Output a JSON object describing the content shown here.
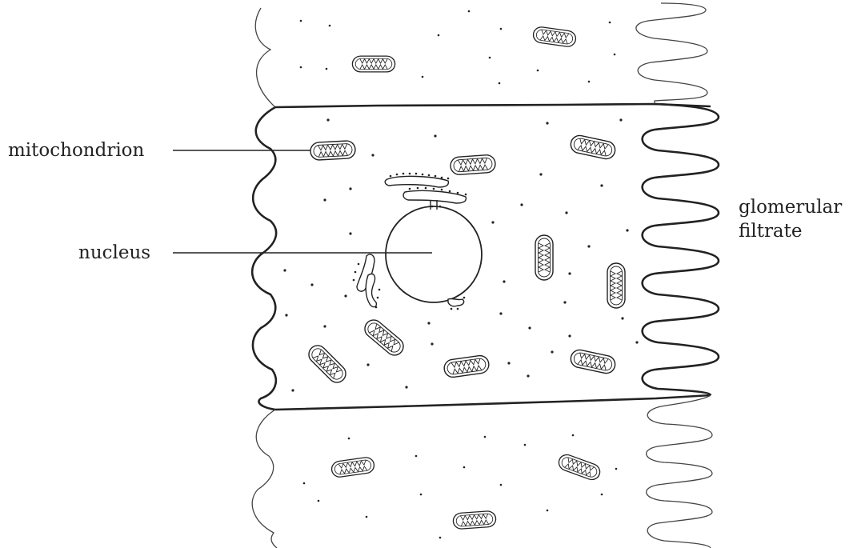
{
  "labels": {
    "mitochondrion": "mitochondrion",
    "nucleus": "nucleus",
    "glomerular_line1": "glomerular",
    "glomerular_line2": "filtrate"
  },
  "colors": {
    "ink": "#222222",
    "light_ink": "#444444",
    "background": "#ffffff"
  }
}
